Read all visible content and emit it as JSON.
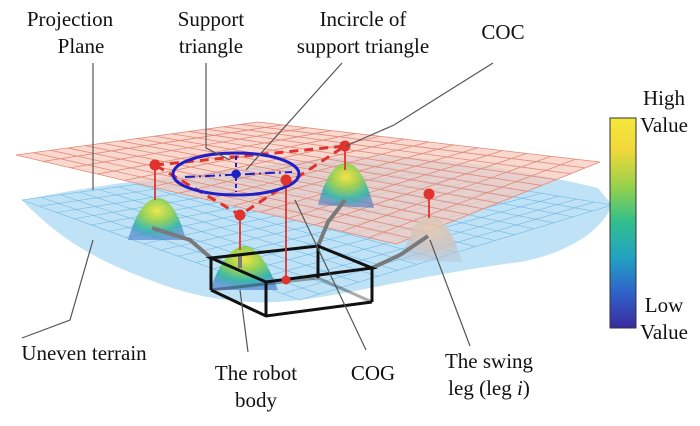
{
  "labels": {
    "projection_plane_line1": "Projection",
    "projection_plane_line2": "Plane",
    "support_triangle_line1": "Support",
    "support_triangle_line2": "triangle",
    "incircle_line1": "Incircle of",
    "incircle_line2": "support triangle",
    "coc": "COC",
    "uneven_terrain": "Uneven terrain",
    "robot_body_line1": "The robot",
    "robot_body_line2": "body",
    "cog": "COG",
    "swing_leg_line1": "The swing",
    "swing_leg_line2_prefix": "leg (leg ",
    "swing_leg_line2_italic": "i",
    "swing_leg_line2_suffix": ")"
  },
  "colorbar": {
    "high_line1": "High",
    "high_line2": "Value",
    "low_line1": "Low",
    "low_line2": "Value",
    "stops": [
      "#3a2ba0",
      "#2f63c9",
      "#21a3c2",
      "#34c08a",
      "#9ad24a",
      "#f2d83a",
      "#f5e73a"
    ]
  },
  "colors": {
    "projection_plane_fill": "#f6c9bd",
    "projection_plane_grid": "#e08a77",
    "terrain_fill": "#a9d8f3",
    "terrain_grid": "#6fb8e4",
    "support_triangle": "#e0332d",
    "incircle": "#2020c8",
    "robot_body": "#111111",
    "leg_link": "#7a7a7a"
  }
}
